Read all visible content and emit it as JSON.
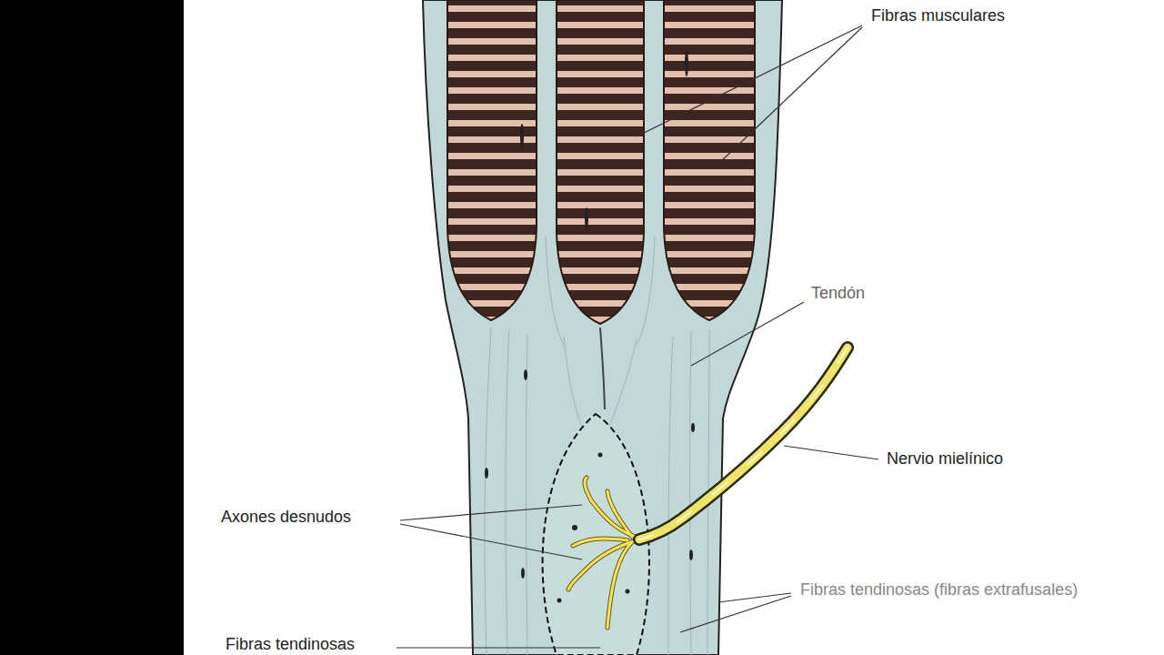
{
  "diagram": {
    "labels": [
      "Fibras musculares",
      "Tendón",
      "Nervio mielínico",
      "Axones desnudos",
      "Fibras tendinosas (fibras extrafusales)",
      "Fibras tendinosas"
    ]
  }
}
